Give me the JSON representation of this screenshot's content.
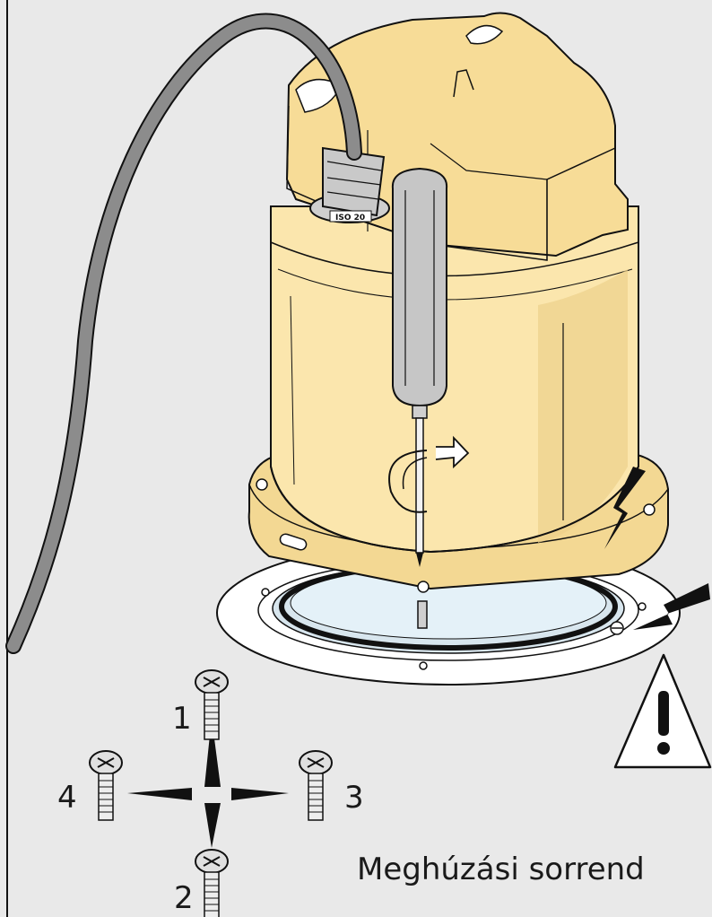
{
  "diagram": {
    "caption": "Meghúzási sorrend",
    "fitting_tag": "ISO 20",
    "screws": [
      {
        "number": "1",
        "position": "top"
      },
      {
        "number": "2",
        "position": "bottom"
      },
      {
        "number": "3",
        "position": "right"
      },
      {
        "number": "4",
        "position": "left"
      }
    ]
  },
  "colors": {
    "background": "#e9e9e9",
    "housing": "#fbe6ad",
    "housing_shadow": "#e9cd82",
    "cable": "#8c8c8c",
    "glass": "#e4f1f8",
    "outline": "#111111"
  },
  "icons": {
    "warning": "warning-triangle-icon",
    "rotation": "rotation-arrow-icon",
    "screwdriver": "screwdriver-icon"
  }
}
